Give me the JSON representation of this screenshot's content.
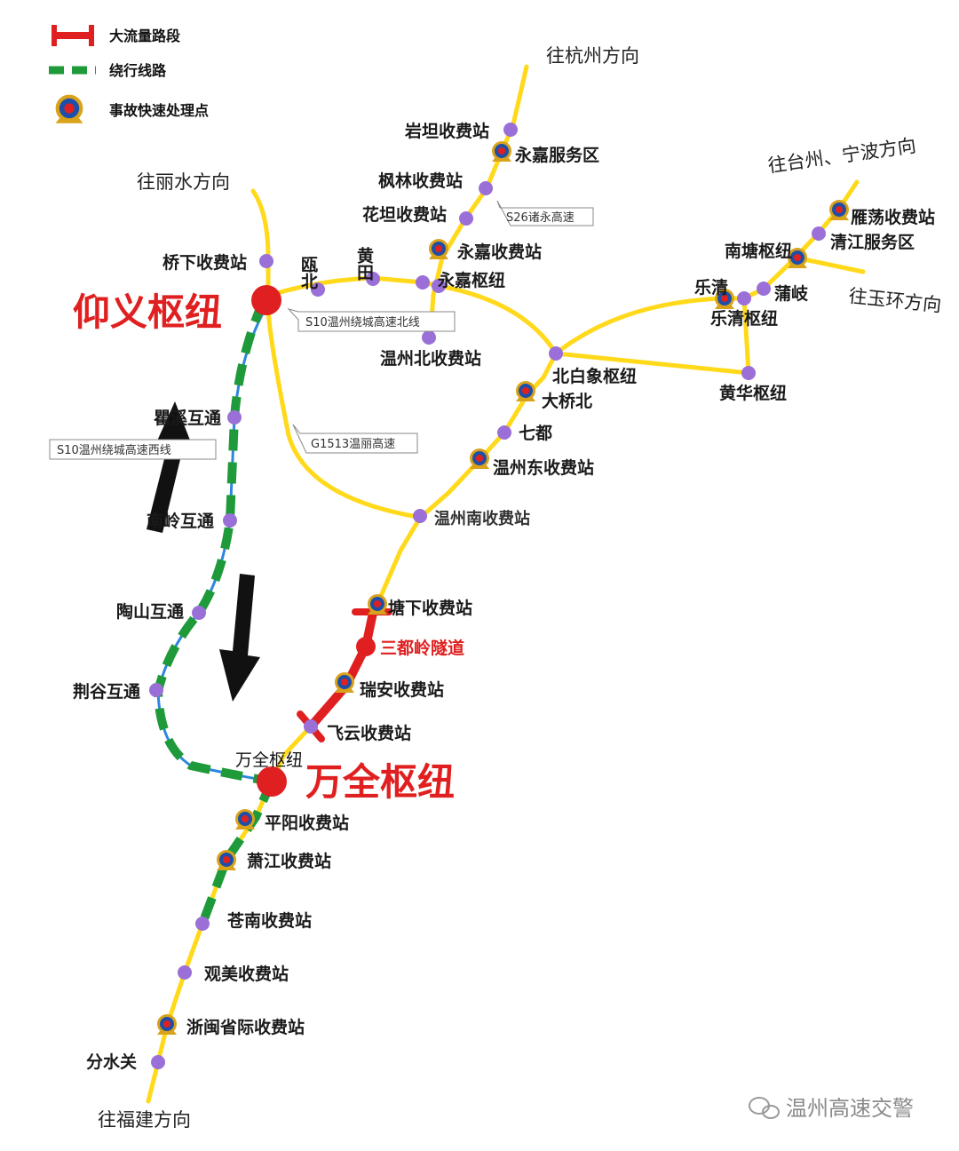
{
  "legend": {
    "heavy_traffic": "大流量路段",
    "detour": "绕行线路",
    "accident_point": "事故快速处理点"
  },
  "directions": {
    "hangzhou": "往杭州方向",
    "lishui": "往丽水方向",
    "taizhou_ningbo": "往台州、宁波方向",
    "yuhuan": "往玉环方向",
    "fujian": "往福建方向"
  },
  "hubs": {
    "yangyi": "仰义枢纽",
    "wanquan_big": "万全枢纽",
    "wanquan_small": "万全枢纽"
  },
  "road_labels": {
    "s26": "S26诸永高速",
    "s10_north": "S10温州绕城高速北线",
    "g1513": "G1513温丽高速",
    "s10_west": "S10温州绕城高速西线"
  },
  "stations": {
    "yantan": "岩坦收费站",
    "yongjia_service": "永嘉服务区",
    "fenglin": "枫林收费站",
    "huatan": "花坦收费站",
    "yongjia_toll": "永嘉收费站",
    "yongjia_hub": "永嘉枢纽",
    "qiaoxia": "桥下收费站",
    "oubei": "瓯北",
    "huangtian": "黄田",
    "wenzhou_north": "温州北收费站",
    "qutang": "瞿溪互通",
    "nanling": "南岭互通",
    "taoshan": "陶山互通",
    "jinggu": "荆谷互通",
    "baixiang": "北白象枢纽",
    "daqiaobei": "大桥北",
    "qidu": "七都",
    "wenzhou_east": "温州东收费站",
    "wenzhou_south": "温州南收费站",
    "tangxia": "塘下收费站",
    "sandulin": "三都岭隧道",
    "ruian": "瑞安收费站",
    "feiyun": "飞云收费站",
    "pingyang": "平阳收费站",
    "xiaojiang": "萧江收费站",
    "cangnan": "苍南收费站",
    "guanmei": "观美收费站",
    "provincial": "浙闽省际收费站",
    "fenshuiguan": "分水关",
    "yandang": "雁荡收费站",
    "qingjiang": "清江服务区",
    "nantang": "南塘枢纽",
    "yueqing": "乐清",
    "puqi": "蒲岐",
    "yueqing_hub": "乐清枢纽",
    "huanghua": "黄华枢纽"
  },
  "watermark": "温州高速交警",
  "colors": {
    "highway": "#FFD91A",
    "detour": "#1E9A3A",
    "heavy_traffic": "#E02020",
    "station": "#9B6FD8",
    "hub": "#E02020",
    "inner_line": "#2E86DE"
  }
}
